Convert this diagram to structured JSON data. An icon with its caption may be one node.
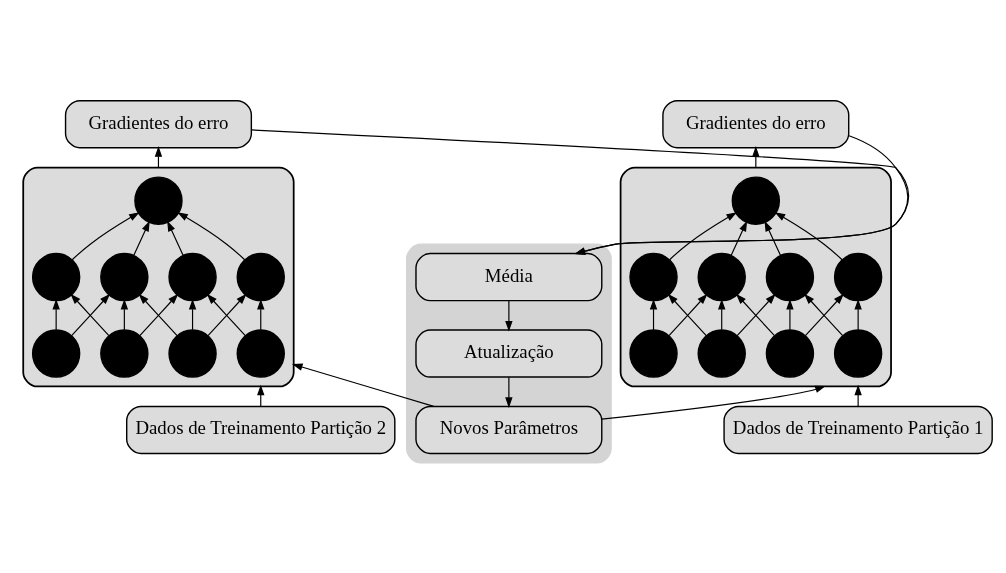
{
  "diagram": {
    "nodes": [
      {
        "text": [
          "Gradientes do erro"
        ]
      },
      {
        "text": [
          "Gradientes do erro"
        ]
      },
      {
        "text": [],
        "shape": "box"
      },
      {
        "text": [],
        "shape": "circle",
        "in": 2
      },
      {
        "text": [],
        "shape": "circle",
        "in": 2
      },
      {
        "text": [],
        "shape": "circle",
        "in": 2
      },
      {
        "text": [],
        "shape": "circle",
        "in": 2
      },
      {
        "text": [],
        "shape": "circle",
        "in": 2
      },
      {
        "text": [],
        "shape": "circle",
        "in": 2
      },
      {
        "text": [],
        "shape": "circle",
        "in": 2
      },
      {
        "text": [],
        "shape": "circle",
        "in": 2
      },
      {
        "text": [],
        "shape": "circle",
        "in": 2
      },
      {
        "text": [],
        "shape": "box"
      },
      {
        "text": [],
        "shape": "circle",
        "in": 12
      },
      {
        "text": [],
        "shape": "circle",
        "in": 12
      },
      {
        "text": [],
        "shape": "circle",
        "in": 12
      },
      {
        "text": [],
        "shape": "circle",
        "in": 12
      },
      {
        "text": [],
        "shape": "circle",
        "in": 12
      },
      {
        "text": [],
        "shape": "circle",
        "in": 12
      },
      {
        "text": [],
        "shape": "circle",
        "in": 12
      },
      {
        "text": [],
        "shape": "circle",
        "in": 12
      },
      {
        "text": [],
        "shape": "circle",
        "in": 12
      },
      {
        "text": [],
        "shape": "box"
      },
      {
        "text": [
          "Média"
        ],
        "in": 22
      },
      {
        "text": [
          "Atualização"
        ],
        "in": 22
      },
      {
        "text": [
          "Novos Parâmetros"
        ],
        "in": 22
      },
      {
        "text": [
          "Dados de Treinamento Partição 1"
        ]
      },
      {
        "text": [
          "Dados de Treinamento Partição 2"
        ]
      }
    ],
    "edges": [
      {
        "from": 2,
        "to": 0,
        "arrow": "to"
      },
      {
        "from": 12,
        "to": 1,
        "arrow": "to"
      },
      {
        "from": 0,
        "to": 23,
        "arrow": "to"
      },
      {
        "from": 1,
        "to": 23,
        "arrow": "to"
      },
      {
        "from": 23,
        "to": 24,
        "arrow": "to"
      },
      {
        "from": 24,
        "to": 25,
        "arrow": "to"
      },
      {
        "from": 25,
        "to": 2,
        "arrow": "to"
      },
      {
        "from": 25,
        "to": 12,
        "arrow": "to"
      },
      {
        "from": 26,
        "to": 2,
        "arrow": "to"
      },
      {
        "from": 27,
        "to": 12,
        "arrow": "to"
      },
      {
        "from": 8,
        "to": 4,
        "arrow": "to"
      },
      {
        "from": 8,
        "to": 5,
        "arrow": "to"
      },
      {
        "from": 9,
        "to": 4,
        "arrow": "to"
      },
      {
        "from": 9,
        "to": 5,
        "arrow": "to"
      },
      {
        "from": 9,
        "to": 6,
        "arrow": "to"
      },
      {
        "from": 10,
        "to": 5,
        "arrow": "to"
      },
      {
        "from": 10,
        "to": 6,
        "arrow": "to"
      },
      {
        "from": 10,
        "to": 7,
        "arrow": "to"
      },
      {
        "from": 11,
        "to": 6,
        "arrow": "to"
      },
      {
        "from": 11,
        "to": 7,
        "arrow": "to"
      },
      {
        "from": 4,
        "to": 3,
        "arrow": "to"
      },
      {
        "from": 5,
        "to": 3,
        "arrow": "to"
      },
      {
        "from": 6,
        "to": 3,
        "arrow": "to"
      },
      {
        "from": 7,
        "to": 3,
        "arrow": "to"
      },
      {
        "from": 18,
        "to": 14,
        "arrow": "to"
      },
      {
        "from": 18,
        "to": 15,
        "arrow": "to"
      },
      {
        "from": 19,
        "to": 14,
        "arrow": "to"
      },
      {
        "from": 19,
        "to": 15,
        "arrow": "to"
      },
      {
        "from": 19,
        "to": 16,
        "arrow": "to"
      },
      {
        "from": 20,
        "to": 15,
        "arrow": "to"
      },
      {
        "from": 20,
        "to": 16,
        "arrow": "to"
      },
      {
        "from": 20,
        "to": 17,
        "arrow": "to"
      },
      {
        "from": 21,
        "to": 16,
        "arrow": "to"
      },
      {
        "from": 21,
        "to": 17,
        "arrow": "to"
      },
      {
        "from": 14,
        "to": 13,
        "arrow": "to"
      },
      {
        "from": 15,
        "to": 13,
        "arrow": "to"
      },
      {
        "from": 16,
        "to": 13,
        "arrow": "to"
      },
      {
        "from": 17,
        "to": 13,
        "arrow": "to"
      }
    ]
  }
}
